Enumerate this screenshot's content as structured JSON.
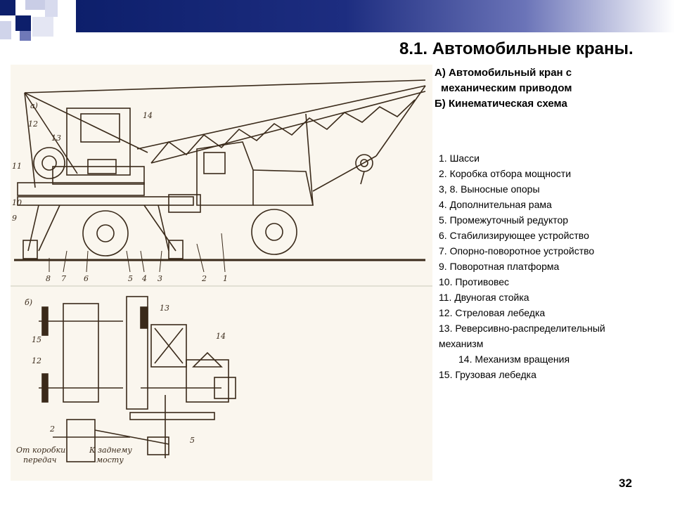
{
  "slide": {
    "title": "8.1. Автомобильные краны.",
    "subtitle": [
      "А) Автомобильный кран с",
      "механическим приводом",
      "Б) Кинематическая схема"
    ],
    "legend": [
      "1. Шасси",
      "2. Коробка отбора мощности",
      "3, 8. Выносные опоры",
      "4. Дополнительная рама",
      "5. Промежуточный редуктор",
      "6. Стабилизирующее устройство",
      "7. Опорно-поворотное устройство",
      "9. Поворотная платформа",
      "10. Противовес",
      "11. Двуногая стойка",
      "12. Стреловая лебедка",
      "13. Реверсивно-распределительный",
      "механизм",
      "14. Механизм вращения",
      "15. Грузовая лебедка"
    ],
    "page_number": "32",
    "accent_color": "#0d1f6b"
  },
  "drawing": {
    "label_a": "а)",
    "label_b": "б)",
    "callouts_top": [
      "12",
      "13",
      "14",
      "11",
      "10",
      "9",
      "8",
      "7",
      "6",
      "5",
      "4",
      "3",
      "2",
      "1"
    ],
    "callouts_bottom": [
      "15",
      "12",
      "13",
      "14",
      "2",
      "5"
    ],
    "caption_left": [
      "От коробки",
      "передач"
    ],
    "caption_right": [
      "К заднему",
      "мосту"
    ]
  }
}
